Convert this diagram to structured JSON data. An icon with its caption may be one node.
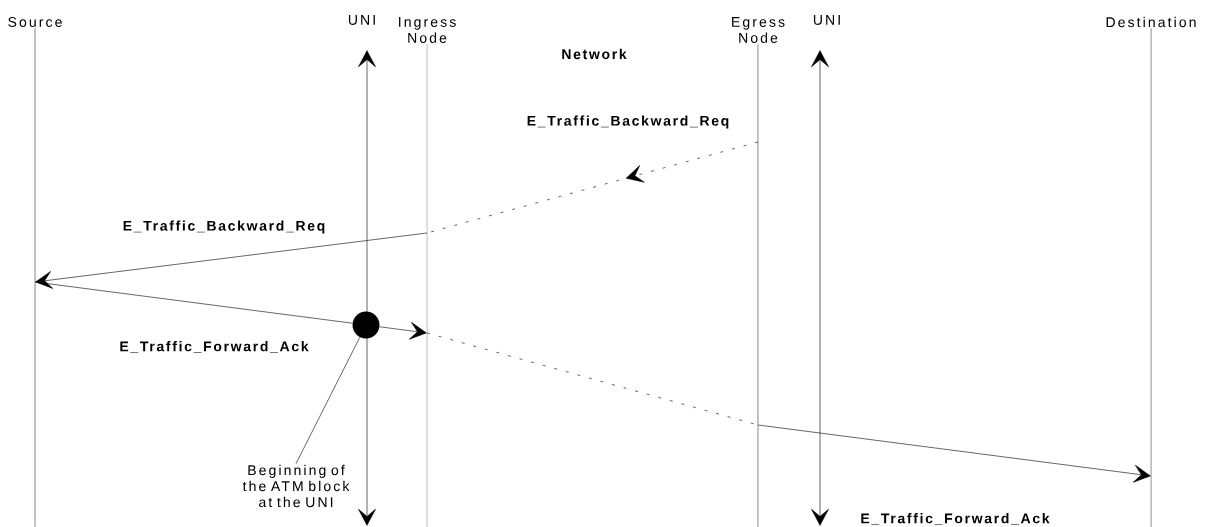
{
  "diagram": {
    "nodes": [
      {
        "text": [
          "Source"
        ]
      },
      {
        "text": [
          "Ingress Node"
        ]
      },
      {
        "text": [
          "Egress Node"
        ]
      },
      {
        "text": [
          "Destination"
        ]
      },
      {
        "text": [
          "Beginning of the ATM block at the UNI"
        ]
      },
      {
        "text": [],
        "shape": "circle"
      }
    ],
    "edges": [
      {
        "from": 2,
        "to": 1,
        "arrow": "to",
        "style": "dashed",
        "label": "E_Traffic_Backward_Req"
      },
      {
        "from": 1,
        "to": 0,
        "arrow": "to",
        "label": "E_Traffic_Backward_Req"
      },
      {
        "from": 0,
        "to": 5,
        "arrow": "none",
        "label": "E_Traffic_Forward_Ack"
      },
      {
        "from": 5,
        "to": 1,
        "arrow": "to"
      },
      {
        "from": 1,
        "to": 2,
        "arrow": "none",
        "style": "dashed"
      },
      {
        "from": 2,
        "to": 3,
        "arrow": "to",
        "label": "E_Traffic_Forward_Ack"
      },
      {
        "from": 4,
        "to": 5,
        "arrow": "none"
      }
    ],
    "labels": [
      "UNI",
      "Network",
      "UNI"
    ]
  }
}
